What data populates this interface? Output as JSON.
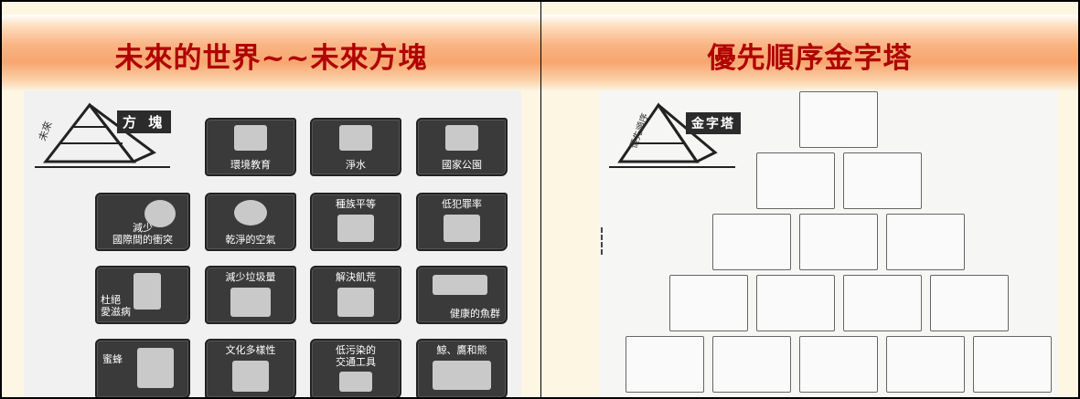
{
  "left_slide": {
    "title": "未來的世界~~未來方塊",
    "logo": {
      "rotated_text": "未來",
      "label": "方 塊"
    },
    "tiles": [
      {
        "id": "env-edu",
        "label": "環境教育"
      },
      {
        "id": "clean-water",
        "label": "淨水"
      },
      {
        "id": "national-park",
        "label": "國家公園"
      },
      {
        "id": "reduce-conflict",
        "label": "減少\n國際間的衝突"
      },
      {
        "id": "clean-air",
        "label": "乾淨的空氣"
      },
      {
        "id": "racial-equality",
        "label": "種族平等"
      },
      {
        "id": "low-crime",
        "label": "低犯罪率"
      },
      {
        "id": "end-aids",
        "label": "杜絕\n愛滋病"
      },
      {
        "id": "reduce-waste",
        "label": "減少垃圾量"
      },
      {
        "id": "end-famine",
        "label": "解決飢荒"
      },
      {
        "id": "healthy-fish",
        "label": "健康的魚群"
      },
      {
        "id": "bees",
        "label": "蜜蜂"
      },
      {
        "id": "cultural-diversity",
        "label": "文化多樣性"
      },
      {
        "id": "low-pollution-transport",
        "label": "低污染的\n交通工具"
      },
      {
        "id": "whales-eagles-bears",
        "label": "鯨、鷹和熊"
      }
    ]
  },
  "right_slide": {
    "title": "優先順序金字塔",
    "logo": {
      "rotated_text": "優先順序",
      "label": "金字塔"
    },
    "pyramid_rows": [
      1,
      2,
      3,
      4,
      5
    ]
  }
}
